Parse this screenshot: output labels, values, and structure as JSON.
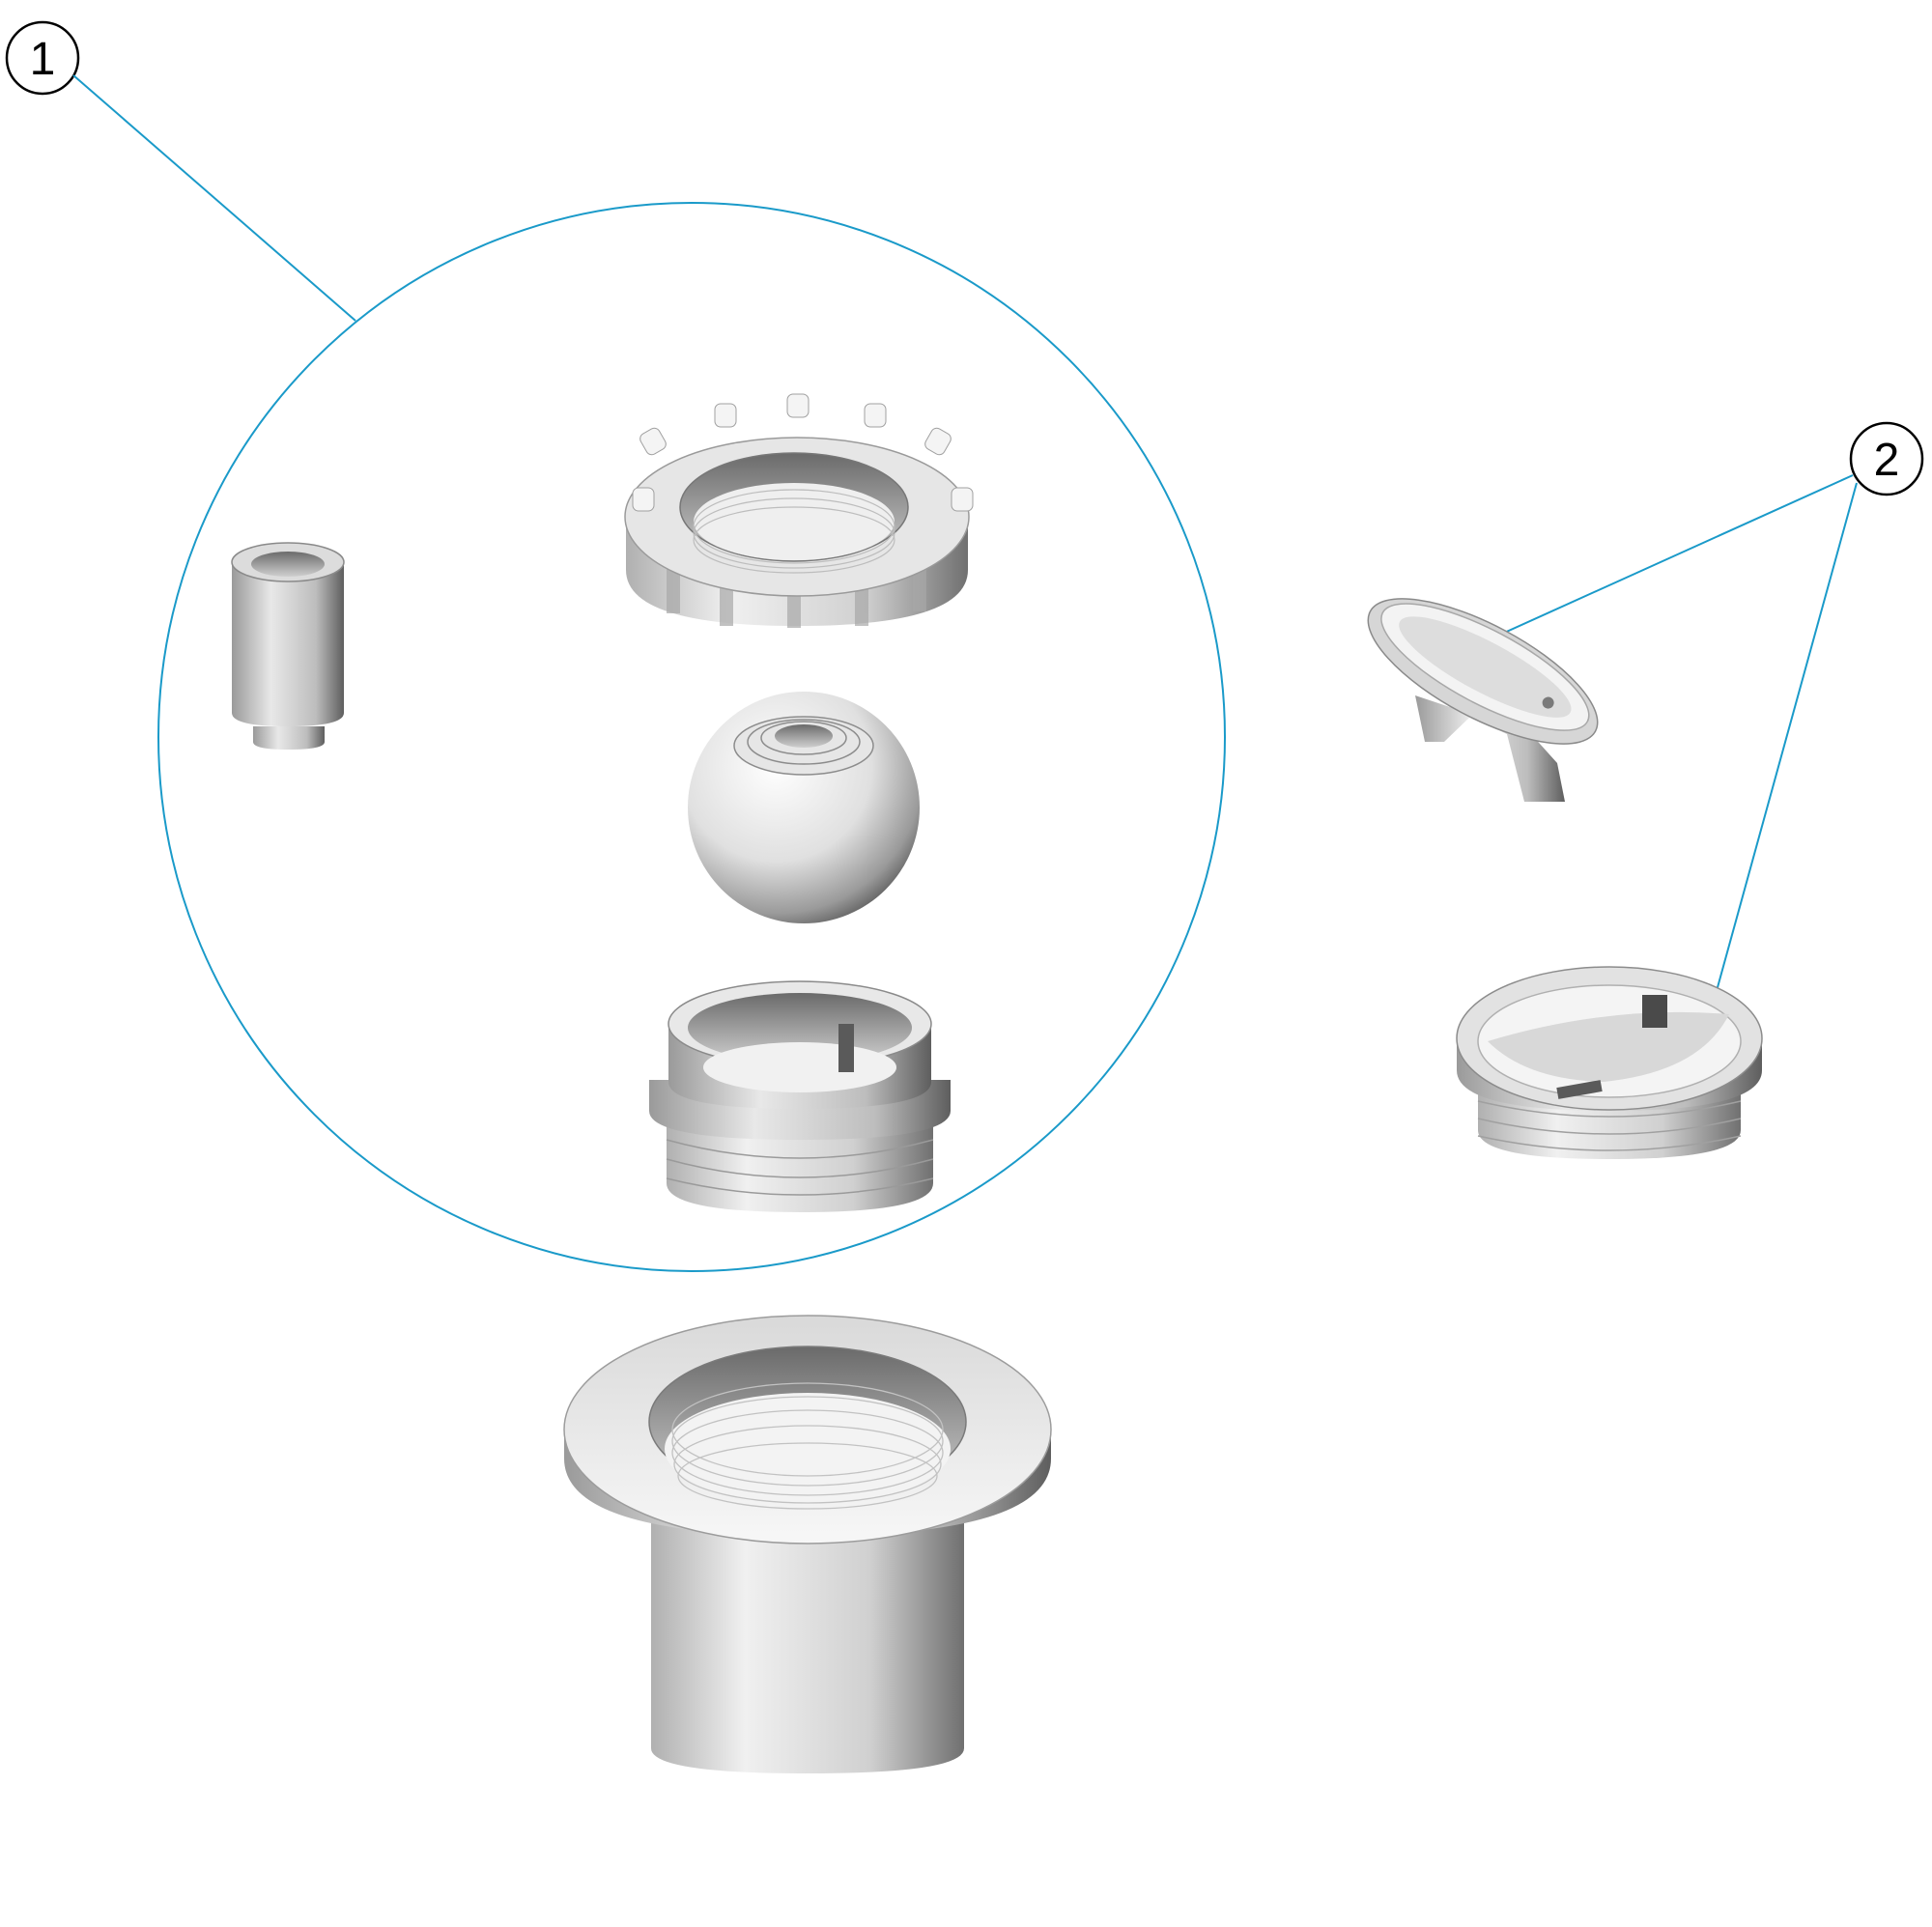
{
  "callouts": [
    {
      "label": "1",
      "target": "assembly-group"
    },
    {
      "label": "2",
      "target": "spare-parts"
    }
  ],
  "colors": {
    "leader_line": "#1a9ac9",
    "part_light": "#f2f2f2",
    "part_mid": "#c8c8c8",
    "part_dark": "#6e6e6e",
    "outline": "#555555"
  }
}
